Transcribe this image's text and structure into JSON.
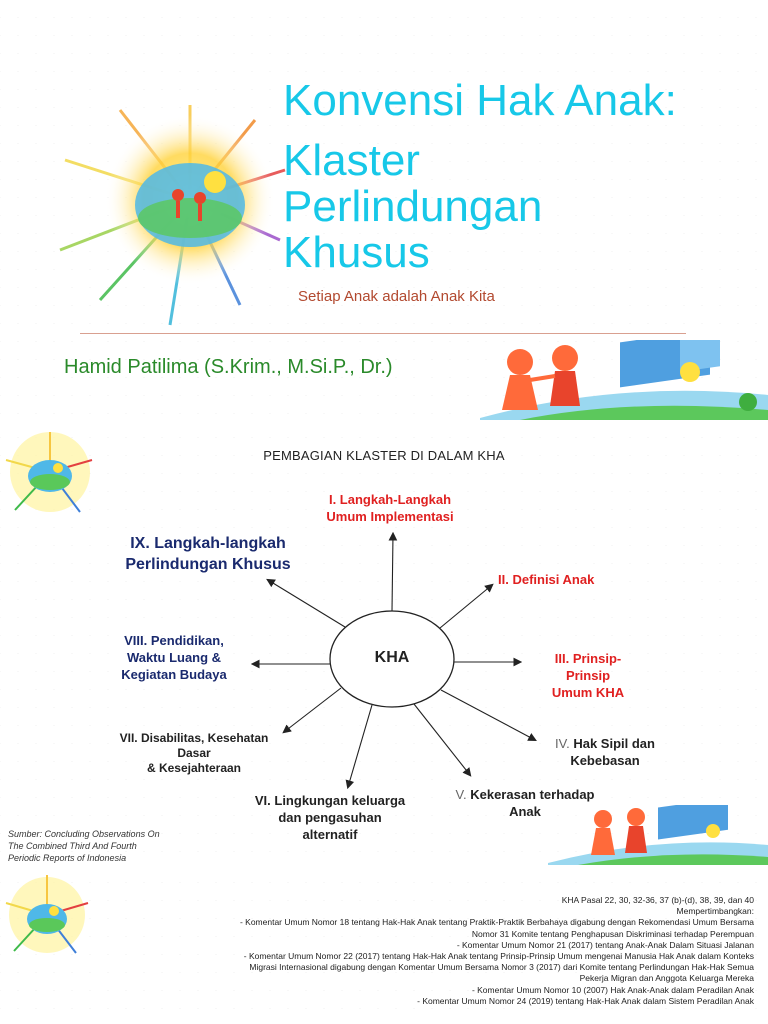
{
  "slide1": {
    "title_line1": "Konvensi Hak Anak:",
    "title_line2": "Klaster",
    "title_line3": "Perlindungan",
    "title_line4": "Khusus",
    "subtitle": "Setiap Anak adalah Anak Kita",
    "author": "Hamid Patilima (S.Krim., M.Si.P., Dr.)"
  },
  "slide2": {
    "heading": "PEMBAGIAN KLASTER DI DALAM KHA",
    "center": "KHA",
    "clusters": {
      "c1_line1": "I. Langkah-Langkah",
      "c1_line2": "Umum Implementasi",
      "c2": "II. Definisi Anak",
      "c3_line1": "III. Prinsip-",
      "c3_line2": "Prinsip",
      "c3_line3": "Umum KHA",
      "c4_prefix": "IV.",
      "c4_line1": "Hak Sipil dan",
      "c4_line2": "Kebebasan",
      "c5_prefix": "V.",
      "c5_line1": "Kekerasan terhadap",
      "c5_line2": "Anak",
      "c6_line1": "VI. Lingkungan keluarga",
      "c6_line2": "dan pengasuhan",
      "c6_line3": "alternatif",
      "c7_line1": "VII. Disabilitas, Kesehatan",
      "c7_line2": "Dasar",
      "c7_line3": "& Kesejahteraan",
      "c8_line1": "VIII. Pendidikan,",
      "c8_line2": "Waktu Luang &",
      "c8_line3": "Kegiatan Budaya",
      "c9_line1": "IX. Langkah-langkah",
      "c9_line2": "Perlindungan Khusus"
    },
    "source_line1": "Sumber: Concluding Observations On",
    "source_line2": "The Combined Third And Fourth",
    "source_line3": "Periodic Reports of Indonesia"
  },
  "slide3": {
    "refs": [
      "KHA Pasal 22, 30, 32-36, 37 (b)-(d), 38, 39, dan 40",
      "Mempertimbangkan:",
      "-        Komentar Umum Nomor 18 tentang Hak-Hak Anak tentang Praktik-Praktik Berbahaya digabung dengan Rekomendasi Umum Bersama",
      "Nomor 31 Komite tentang Penghapusan Diskriminasi terhadap Perempuan",
      "-        Komentar Umum Nomor 21 (2017) tentang Anak-Anak Dalam Situasi Jalanan",
      "-        Komentar Umum Nomor 22 (2017) tentang Hak-Hak Anak tentang Prinsip-Prinsip Umum mengenai Manusia Hak Anak dalam Konteks",
      "Migrasi Internasional digabung dengan Komentar Umum Bersama Nomor 3 (2017) dari Komite tentang Perlindungan Hak-Hak Semua",
      "Pekerja Migran dan Anggota Keluarga Mereka",
      "-        Komentar Umum Nomor 10 (2007) Hak Anak-Anak dalam Peradilan Anak",
      "-        Komentar Umum Nomor 24 (2019) tentang Hak-Hak Anak dalam Sistem Peradilan Anak"
    ]
  },
  "colors": {
    "title": "#17c8e8",
    "cluster_red": "#e02020",
    "cluster_navy": "#1a2a6e",
    "author": "#2a8a2a"
  }
}
